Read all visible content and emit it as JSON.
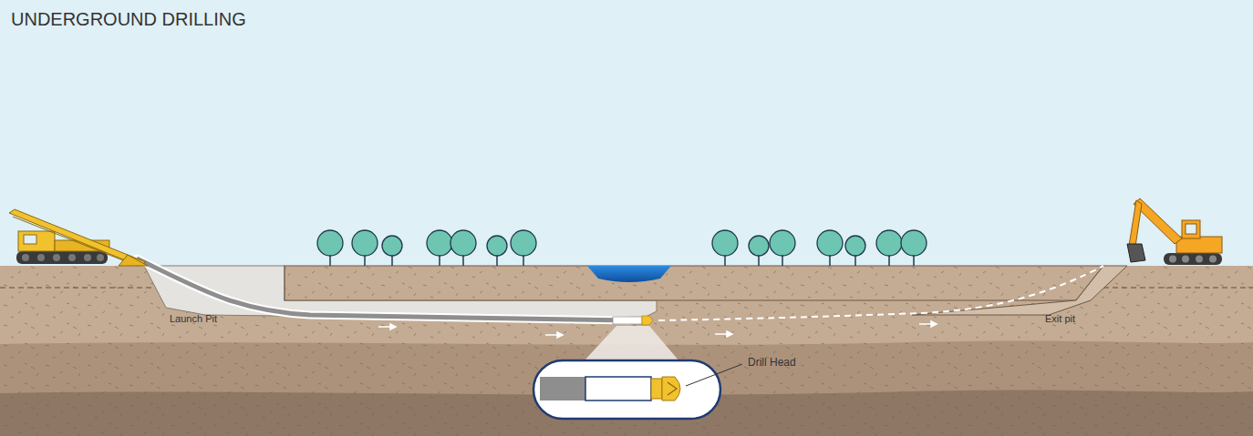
{
  "diagram": {
    "title": "UNDERGROUND DRILLING",
    "labels": [
      "Launch Pit",
      "Exit pit",
      "Drill Head"
    ]
  }
}
